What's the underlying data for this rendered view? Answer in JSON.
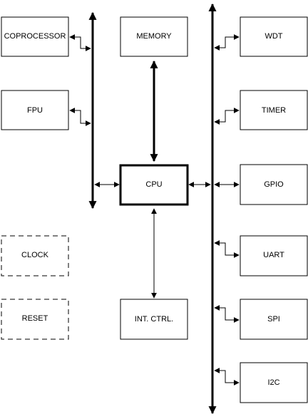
{
  "blocks": {
    "coprocessor": "COPROCESSOR",
    "fpu": "FPU",
    "clock": "CLOCK",
    "reset": "RESET",
    "memory": "MEMORY",
    "cpu": "CPU",
    "int_ctrl": "INT. CTRL.",
    "wdt": "WDT",
    "timer": "TIMER",
    "gpio": "GPIO",
    "uart": "UART",
    "spi": "SPI",
    "i2c": "I2C"
  }
}
